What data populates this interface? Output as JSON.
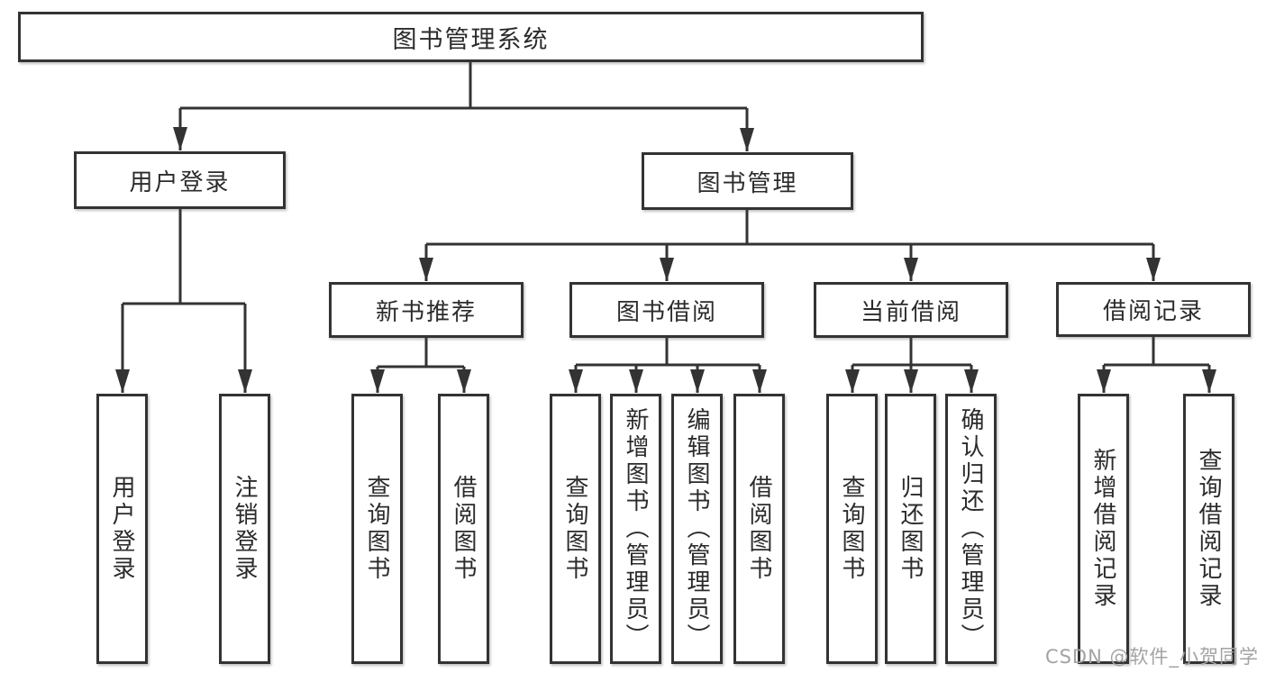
{
  "diagram_title": "图书管理系统",
  "nodes": {
    "root": {
      "id": "library-management-system",
      "label": "图书管理系统"
    },
    "level2": [
      {
        "id": "user-login-group",
        "label": "用户登录",
        "parent": "library-management-system"
      },
      {
        "id": "book-management",
        "label": "图书管理",
        "parent": "library-management-system"
      }
    ],
    "level3": [
      {
        "id": "new-book-recommend",
        "label": "新书推荐",
        "parent": "book-management"
      },
      {
        "id": "book-borrowing",
        "label": "图书借阅",
        "parent": "book-management"
      },
      {
        "id": "current-borrowing",
        "label": "当前借阅",
        "parent": "book-management"
      },
      {
        "id": "borrowing-records",
        "label": "借阅记录",
        "parent": "book-management"
      }
    ],
    "leaves": [
      {
        "id": "user-login",
        "label": "用户登录",
        "parent": "user-login-group"
      },
      {
        "id": "logout",
        "label": "注销登录",
        "parent": "user-login-group"
      },
      {
        "id": "query-books-recommend",
        "label": "查询图书",
        "parent": "new-book-recommend"
      },
      {
        "id": "borrow-books-recommend",
        "label": "借阅图书",
        "parent": "new-book-recommend"
      },
      {
        "id": "query-books-borrowing",
        "label": "查询图书",
        "parent": "book-borrowing"
      },
      {
        "id": "add-books-admin",
        "label": "新增图书（管理员）",
        "parent": "book-borrowing"
      },
      {
        "id": "edit-books-admin",
        "label": "编辑图书（管理员）",
        "parent": "book-borrowing"
      },
      {
        "id": "borrow-books-borrowing",
        "label": "借阅图书",
        "parent": "book-borrowing"
      },
      {
        "id": "query-books-current",
        "label": "查询图书",
        "parent": "current-borrowing"
      },
      {
        "id": "return-books",
        "label": "归还图书",
        "parent": "current-borrowing"
      },
      {
        "id": "confirm-return-admin",
        "label": "确认归还（管理员）",
        "parent": "current-borrowing"
      },
      {
        "id": "add-borrow-record",
        "label": "新增借阅记录",
        "parent": "borrowing-records"
      },
      {
        "id": "query-borrow-record",
        "label": "查询借阅记录",
        "parent": "borrowing-records"
      }
    ]
  },
  "watermark": "CSDN @软件_小贺同学",
  "colors": {
    "line": "#333333",
    "box_border": "#333333",
    "text": "#2b2b2b",
    "watermark": "#a3a3a3",
    "background": "#ffffff"
  }
}
